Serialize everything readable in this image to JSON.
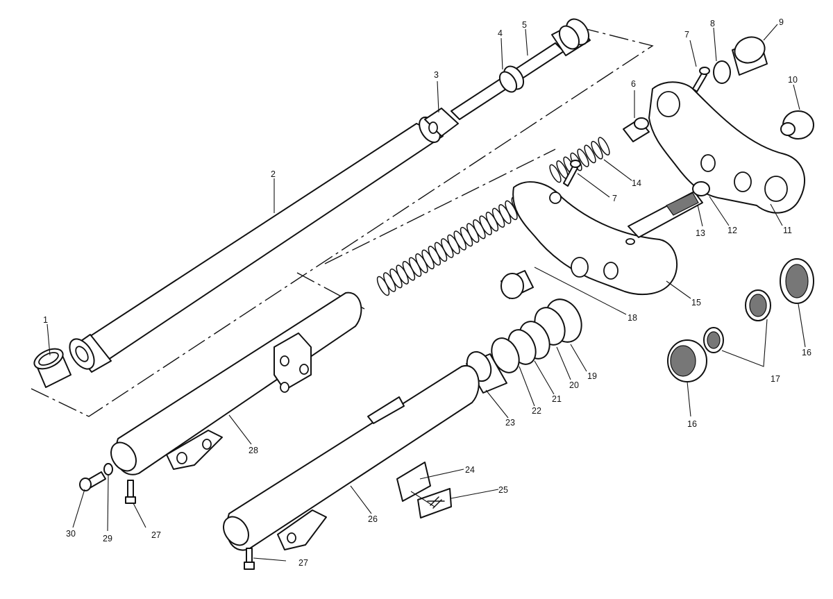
{
  "diagram": {
    "callouts": [
      "1",
      "2",
      "3",
      "4",
      "5",
      "6",
      "7",
      "8",
      "9",
      "10",
      "11",
      "12",
      "13",
      "7",
      "14",
      "15",
      "16",
      "16",
      "17",
      "18",
      "19",
      "20",
      "21",
      "22",
      "23",
      "24",
      "25",
      "26",
      "27",
      "27",
      "28",
      "29",
      "30"
    ]
  }
}
